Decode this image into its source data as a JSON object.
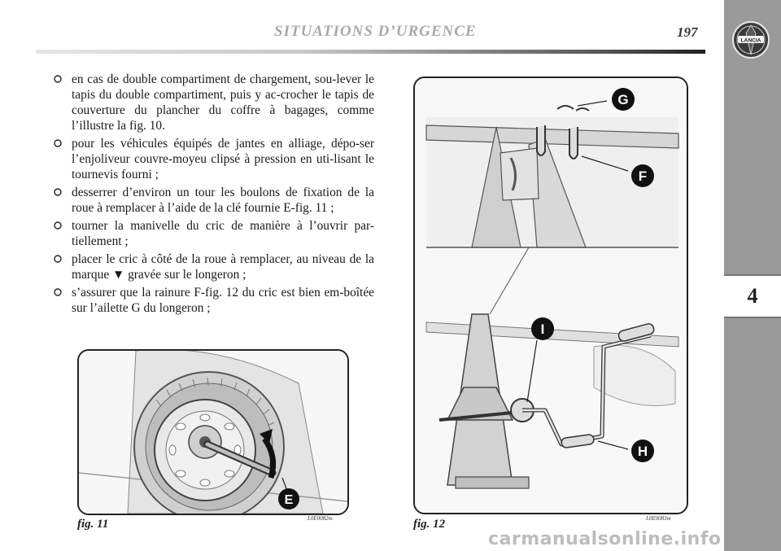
{
  "header": {
    "title": "SITUATIONS D’URGENCE",
    "page_number": "197"
  },
  "side_tab": {
    "chapter": "4",
    "logo_text": "LANCIA"
  },
  "instructions": [
    "en cas de double compartiment de chargement, sou-lever le tapis du double compartiment, puis y ac-crocher le tapis de couverture du plancher du coffre à bagages, comme l’illustre la fig. 10.",
    "pour les véhicules équipés de jantes en alliage, dépo-ser l’enjoliveur couvre-moyeu clipsé à pression en uti-lisant le tournevis fourni ;",
    "desserrer d’environ un tour les boulons de fixation de la roue à remplacer à l’aide de la clé fournie E-fig. 11 ;",
    "tourner la manivelle du cric de manière à l’ouvrir par-tiellement ;",
    {
      "before": "placer le cric à côté de la roue à remplacer, au niveau de la marque",
      "marker": "▼",
      "after": "gravée sur le longeron ;"
    },
    "s’assurer que la rainure F-fig. 12 du cric est bien em-boîtée sur l’ailette G du longeron ;"
  ],
  "figures": {
    "fig11": {
      "label": "fig. 11",
      "code": "L0E0082m",
      "callouts": [
        "E"
      ]
    },
    "fig12": {
      "label": "fig. 12",
      "code": "L0E0083m",
      "callouts": [
        "G",
        "F",
        "I",
        "H"
      ]
    }
  },
  "watermark": "carmanualsonline.info"
}
